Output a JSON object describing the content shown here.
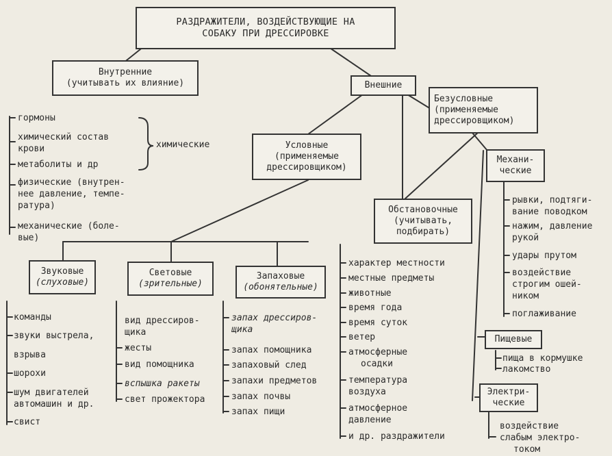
{
  "title": [
    "РАЗДРАЖИТЕЛИ, ВОЗДЕЙСТВУЮЩИЕ НА",
    "СОБАКУ ПРИ ДРЕССИРОВКЕ"
  ],
  "internal": {
    "label": [
      "Внутренние",
      "(учитывать их влияние)"
    ],
    "items": [
      [
        "гормоны"
      ],
      [
        "химический состав",
        "крови"
      ],
      [
        "метаболиты и др"
      ],
      [
        "физические (внутрен-",
        "нее давление, темпе-",
        "ратура)"
      ],
      [
        "механические (боле-",
        "вые)"
      ]
    ],
    "brace_label": "химические"
  },
  "external": {
    "label": [
      "Внешние"
    ],
    "unconditioned": {
      "label": [
        "Безусловные",
        "(применяемые",
        "дрессировщиком)"
      ],
      "mechanical": {
        "label": [
          "Механи-",
          "ческие"
        ],
        "items": [
          [
            "рывки, подтяги-",
            "вание поводком"
          ],
          [
            "нажим, давление",
            "рукой"
          ],
          [
            "удары прутом"
          ],
          [
            "воздействие",
            "строгим ошей-",
            "ником"
          ],
          [
            "поглаживание"
          ]
        ]
      },
      "food": {
        "label": [
          "Пищевые"
        ],
        "items": [
          [
            "пища в кормушке"
          ],
          [
            "лакомство"
          ]
        ]
      },
      "electric": {
        "label": [
          "Электри-",
          "ческие"
        ],
        "items": [
          [
            "воздействие",
            "слабым электро-",
            "током"
          ]
        ]
      }
    },
    "conditioned": {
      "label": [
        "Условные",
        "(применяемые",
        "дрессировщиком)"
      ],
      "sound": {
        "label": [
          "Звуковые",
          "(слуховые)"
        ],
        "items": [
          [
            "команды"
          ],
          [
            "звуки выстрела,"
          ],
          [
            "взрыва"
          ],
          [
            "шорохи"
          ],
          [
            "шум двигателей",
            "автомашин и др."
          ],
          [
            "свист"
          ]
        ]
      },
      "light": {
        "label": [
          "Световые",
          "(зрительные)"
        ],
        "items": [
          [
            "вид дрессиров-",
            "щика"
          ],
          [
            "жесты"
          ],
          [
            "вид помощника"
          ],
          [
            "вспышка ракеты"
          ],
          [
            "свет прожектора"
          ]
        ]
      },
      "smell": {
        "label": [
          "Запаховые",
          "(обонятельные)"
        ],
        "items": [
          [
            "запах дрессиров-",
            "щика"
          ],
          [
            "запах помощника"
          ],
          [
            "запаховый след"
          ],
          [
            "запахи предметов"
          ],
          [
            "запах почвы"
          ],
          [
            "запах пищи"
          ]
        ]
      }
    },
    "situational": {
      "label": [
        "Обстановочные",
        "(учитывать,",
        "подбирать)"
      ],
      "items": [
        [
          "характер местности"
        ],
        [
          "местные предметы"
        ],
        [
          "животные"
        ],
        [
          "время года"
        ],
        [
          "время суток"
        ],
        [
          "ветер"
        ],
        [
          "атмосферные",
          "осадки"
        ],
        [
          "температура",
          "воздуха"
        ],
        [
          "атмосферное",
          "давление"
        ],
        [
          "и др. раздражители"
        ]
      ]
    }
  }
}
